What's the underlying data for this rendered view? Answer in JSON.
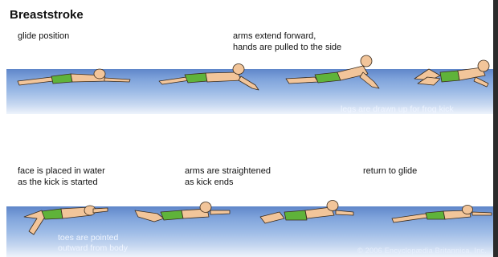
{
  "title": "Breaststroke",
  "captions": {
    "glide_position": "glide position",
    "arms_extend_1": "arms extend forward,",
    "arms_extend_2": "hands are pulled to the side",
    "legs_drawn_up": "legs are drawn up for frog kick",
    "face_placed_1": "face is placed in water",
    "face_placed_2": "as the kick is started",
    "arms_straightened_1": "arms are straightened",
    "arms_straightened_2": "as kick ends",
    "return_to_glide": "return to glide",
    "toes_pointed_1": "toes are pointed",
    "toes_pointed_2": "outward from body"
  },
  "copyright": "© 2006 Encyclopædia Britannica, Inc.",
  "colors": {
    "skin": "#f2c59a",
    "skin_shadow": "#d9a070",
    "trunks": "#5fb33a",
    "outline": "#3a2a1a",
    "water_top": "#5f86c9",
    "water_bottom": "#eef3fb"
  }
}
